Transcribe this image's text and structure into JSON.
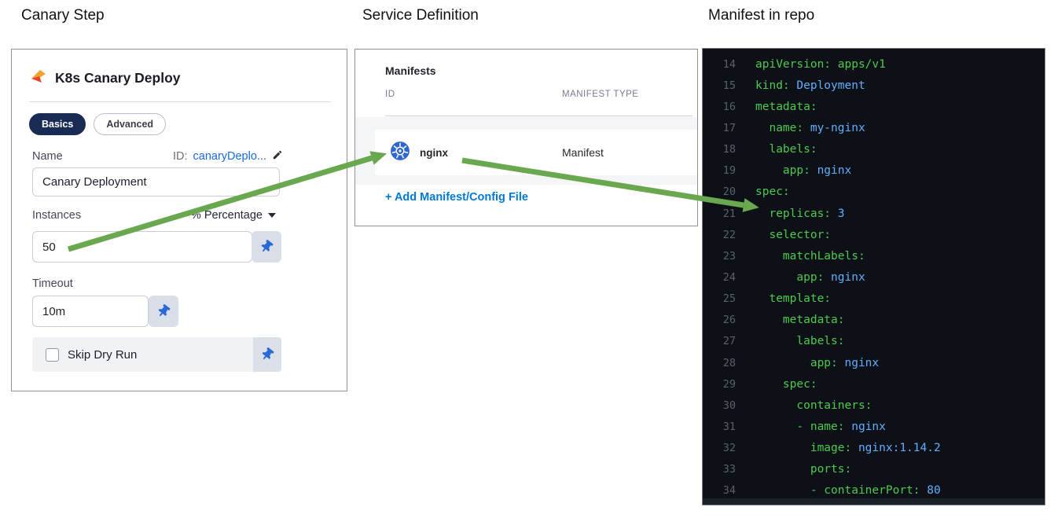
{
  "titles": {
    "canary_step": "Canary Step",
    "service_definition": "Service Definition",
    "manifest_in_repo": "Manifest in repo"
  },
  "canary_panel": {
    "title": "K8s Canary Deploy",
    "tabs": {
      "basics": "Basics",
      "advanced": "Advanced"
    },
    "name": {
      "label": "Name",
      "id_prefix": "ID: ",
      "id_value": "canaryDeplo...",
      "value": "Canary Deployment"
    },
    "instances": {
      "label": "Instances",
      "unit_selector": "% Percentage",
      "value": "50"
    },
    "timeout": {
      "label": "Timeout",
      "value": "10m"
    },
    "skip_dry_run": {
      "label": "Skip Dry Run",
      "checked": false
    }
  },
  "service_panel": {
    "heading": "Manifests",
    "columns": {
      "id": "ID",
      "type": "MANIFEST TYPE"
    },
    "rows": [
      {
        "id": "nginx",
        "type": "Manifest",
        "icon": "kubernetes-icon"
      }
    ],
    "add_link": "+ Add Manifest/Config File"
  },
  "code_panel": {
    "language": "yaml",
    "lines": [
      {
        "num": "14",
        "tokens": [
          [
            "apiVersion:",
            "k"
          ],
          [
            " apps/v1",
            "k"
          ]
        ]
      },
      {
        "num": "15",
        "tokens": [
          [
            "kind:",
            "k"
          ],
          [
            " Deployment",
            "v"
          ]
        ]
      },
      {
        "num": "16",
        "tokens": [
          [
            "metadata:",
            "k"
          ]
        ]
      },
      {
        "num": "17",
        "tokens": [
          [
            "  name:",
            "k"
          ],
          [
            " my-nginx",
            "v"
          ]
        ]
      },
      {
        "num": "18",
        "tokens": [
          [
            "  labels:",
            "k"
          ]
        ]
      },
      {
        "num": "19",
        "tokens": [
          [
            "    app:",
            "k"
          ],
          [
            " nginx",
            "v"
          ]
        ]
      },
      {
        "num": "20",
        "tokens": [
          [
            "spec:",
            "k"
          ]
        ]
      },
      {
        "num": "21",
        "tokens": [
          [
            "  replicas:",
            "k"
          ],
          [
            " 3",
            "v"
          ]
        ]
      },
      {
        "num": "22",
        "tokens": [
          [
            "  selector:",
            "k"
          ]
        ]
      },
      {
        "num": "23",
        "tokens": [
          [
            "    matchLabels:",
            "k"
          ]
        ]
      },
      {
        "num": "24",
        "tokens": [
          [
            "      app:",
            "k"
          ],
          [
            " nginx",
            "v"
          ]
        ]
      },
      {
        "num": "25",
        "tokens": [
          [
            "  template:",
            "k"
          ]
        ]
      },
      {
        "num": "26",
        "tokens": [
          [
            "    metadata:",
            "k"
          ]
        ]
      },
      {
        "num": "27",
        "tokens": [
          [
            "      labels:",
            "k"
          ]
        ]
      },
      {
        "num": "28",
        "tokens": [
          [
            "        app:",
            "k"
          ],
          [
            " nginx",
            "v"
          ]
        ]
      },
      {
        "num": "29",
        "tokens": [
          [
            "    spec:",
            "k"
          ]
        ]
      },
      {
        "num": "30",
        "tokens": [
          [
            "      containers:",
            "k"
          ]
        ]
      },
      {
        "num": "31",
        "tokens": [
          [
            "      - name:",
            "k"
          ],
          [
            " nginx",
            "v"
          ]
        ]
      },
      {
        "num": "32",
        "tokens": [
          [
            "        image:",
            "k"
          ],
          [
            " nginx:1.14.2",
            "v"
          ]
        ]
      },
      {
        "num": "33",
        "tokens": [
          [
            "        ports:",
            "k"
          ]
        ]
      },
      {
        "num": "34",
        "tokens": [
          [
            "        - containerPort:",
            "k"
          ],
          [
            " 80",
            "v"
          ]
        ]
      }
    ]
  },
  "colors": {
    "accent_blue": "#0278d5",
    "link_blue": "#1a6be0",
    "pill_navy": "#182b55",
    "arrow_green": "#6aa84f",
    "code_background": "#0d1117",
    "code_key_green": "#4ec94e",
    "code_value_blue": "#61aeff",
    "kubernetes_blue": "#2f66d0",
    "pushpin_blue": "#2969d6"
  }
}
